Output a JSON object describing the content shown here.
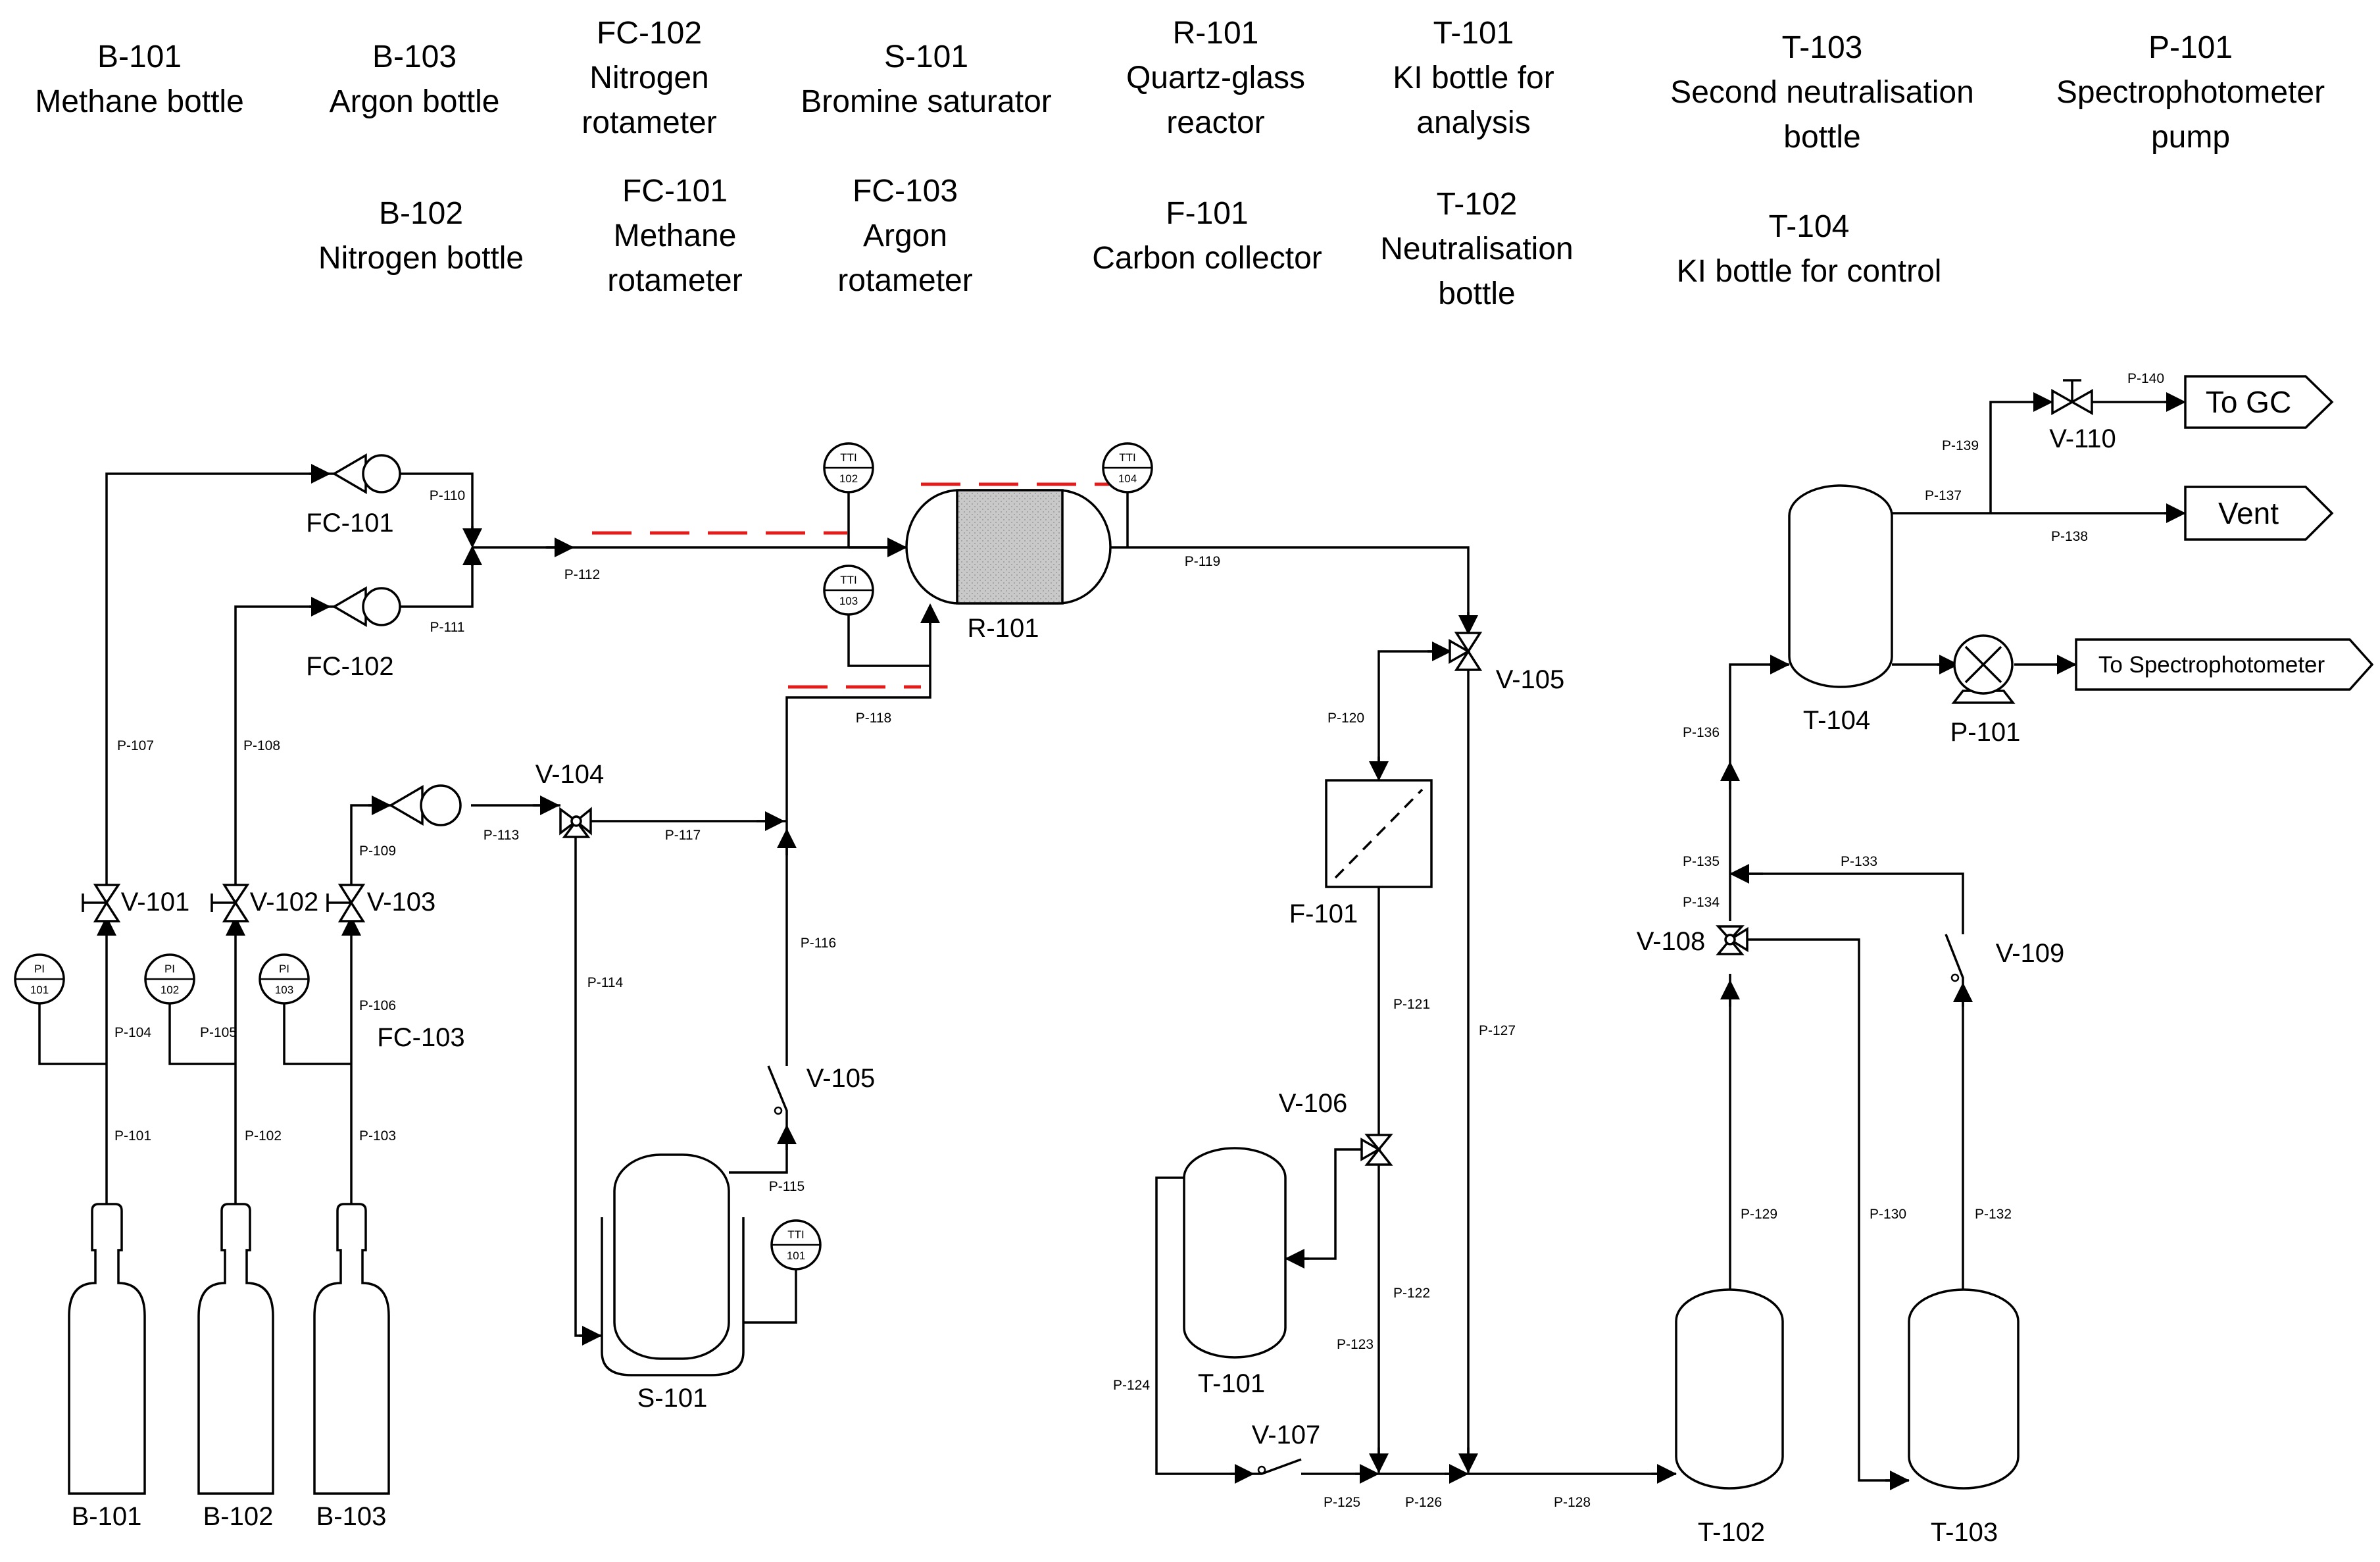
{
  "legend": [
    {
      "id": "B-101",
      "desc": [
        "Methane bottle"
      ]
    },
    {
      "id": "B-103",
      "desc": [
        "Argon bottle"
      ]
    },
    {
      "id": "FC-102",
      "desc": [
        "Nitrogen",
        "rotameter"
      ]
    },
    {
      "id": "S-101",
      "desc": [
        "Bromine saturator"
      ]
    },
    {
      "id": "R-101",
      "desc": [
        "Quartz-glass",
        "reactor"
      ]
    },
    {
      "id": "T-101",
      "desc": [
        "KI bottle for",
        "analysis"
      ]
    },
    {
      "id": "T-103",
      "desc": [
        "Second neutralisation",
        "bottle"
      ]
    },
    {
      "id": "P-101",
      "desc": [
        "Spectrophotometer",
        "pump"
      ]
    },
    {
      "id": "B-102",
      "desc": [
        "Nitrogen bottle"
      ]
    },
    {
      "id": "FC-101",
      "desc": [
        "Methane",
        "rotameter"
      ]
    },
    {
      "id": "FC-103",
      "desc": [
        "Argon",
        "rotameter"
      ]
    },
    {
      "id": "F-101",
      "desc": [
        "Carbon collector"
      ]
    },
    {
      "id": "T-102",
      "desc": [
        "Neutralisation",
        "bottle"
      ]
    },
    {
      "id": "T-104",
      "desc": [
        "KI bottle for control"
      ]
    }
  ],
  "equipment_labels": {
    "b101": "B-101",
    "b102": "B-102",
    "b103": "B-103",
    "fc101": "FC-101",
    "fc102": "FC-102",
    "fc103": "FC-103",
    "v101": "V-101",
    "v102": "V-102",
    "v103": "V-103",
    "v104": "V-104",
    "v105_check": "V-105",
    "v105_3way": "V-105",
    "v106": "V-106",
    "v107": "V-107",
    "v108": "V-108",
    "v109": "V-109",
    "v110": "V-110",
    "s101": "S-101",
    "r101": "R-101",
    "f101": "F-101",
    "t101": "T-101",
    "t102": "T-102",
    "t103": "T-103",
    "t104": "T-104",
    "p101": "P-101"
  },
  "instruments": {
    "pi101": [
      "PI",
      "101"
    ],
    "pi102": [
      "PI",
      "102"
    ],
    "pi103": [
      "PI",
      "103"
    ],
    "tti101": [
      "TTI",
      "101"
    ],
    "tti102": [
      "TTI",
      "102"
    ],
    "tti103": [
      "TTI",
      "103"
    ],
    "tti104": [
      "TTI",
      "104"
    ]
  },
  "destinations": {
    "gc": "To GC",
    "vent": "Vent",
    "spectro": "To Spectrophotometer"
  },
  "pipes": {
    "p101": "P-101",
    "p102": "P-102",
    "p103": "P-103",
    "p104": "P-104",
    "p105": "P-105",
    "p106": "P-106",
    "p107": "P-107",
    "p108": "P-108",
    "p109": "P-109",
    "p110": "P-110",
    "p111": "P-111",
    "p112": "P-112",
    "p113": "P-113",
    "p114": "P-114",
    "p115": "P-115",
    "p116": "P-116",
    "p117": "P-117",
    "p118": "P-118",
    "p119": "P-119",
    "p120": "P-120",
    "p121": "P-121",
    "p122": "P-122",
    "p123": "P-123",
    "p124": "P-124",
    "p125": "P-125",
    "p126": "P-126",
    "p127": "P-127",
    "p128": "P-128",
    "p129": "P-129",
    "p130": "P-130",
    "p132": "P-132",
    "p133": "P-133",
    "p134": "P-134",
    "p135": "P-135",
    "p136": "P-136",
    "p137": "P-137",
    "p138": "P-138",
    "p139": "P-139",
    "p140": "P-140"
  }
}
